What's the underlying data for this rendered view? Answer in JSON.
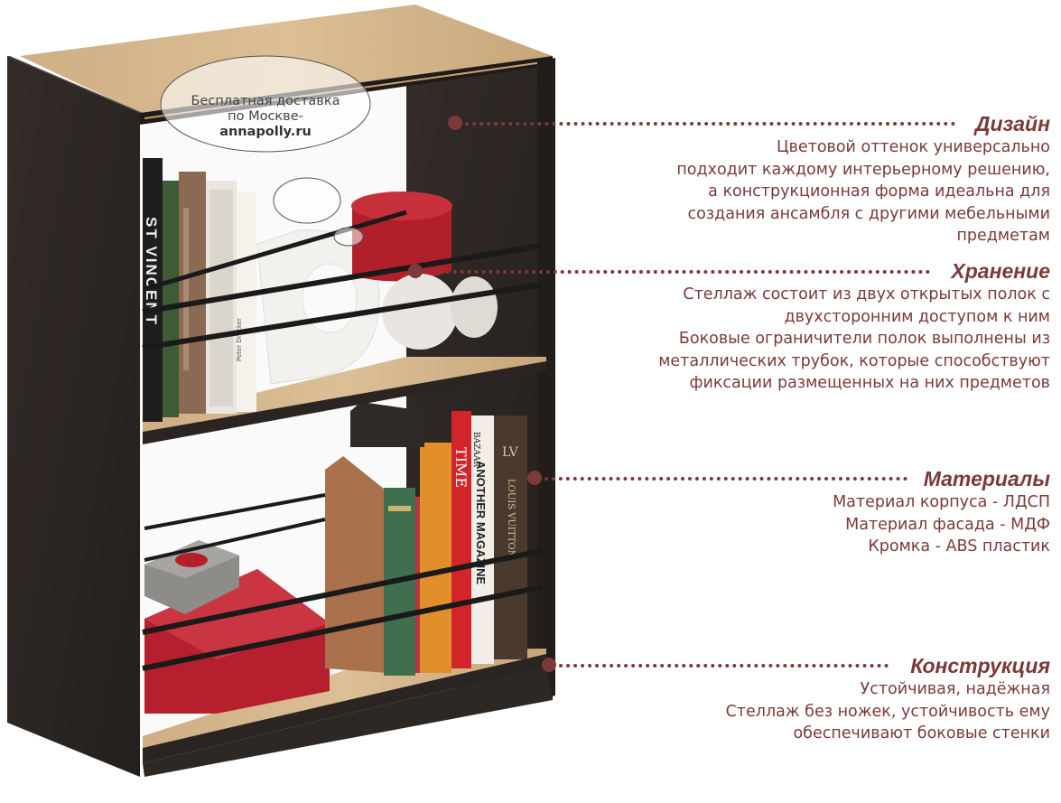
{
  "watermark": {
    "line1": "Бесплатная доставка",
    "line2": "по Москве-",
    "site": "annapolly.ru"
  },
  "book_spines": {
    "stvincent": "ST VINCENT",
    "time": "TIME",
    "another_magazine": "ANOTHER MAGAZINE",
    "louis_vuitton": "LOUIS VUITTON",
    "lv_monogram": "LV",
    "bazaar": "BAZAAR",
    "peter_drucker": "Peter Drucker"
  },
  "callouts": {
    "design": {
      "title": "Дизайн",
      "lines": [
        "Цветовой оттенок универсально",
        "подходит каждому интерьерному решению,",
        "а конструкционная форма идеальна для",
        "создания ансамбля с другими мебельными",
        "предметам"
      ]
    },
    "storage": {
      "title": "Хранение",
      "lines": [
        "Стеллаж состоит из двух открытых полок с",
        "двухсторонним доступом к ним",
        "Боковые ограничители полок выполнены из",
        "металлических трубок, которые способствуют",
        "фиксации размещенных на них предметов"
      ]
    },
    "materials": {
      "title": "Материалы",
      "lines": [
        "Материал корпуса - ЛДСП",
        "Материал фасада - МДФ",
        "Кромка - ABS пластик"
      ]
    },
    "construction": {
      "title": "Конструкция",
      "lines": [
        "Устойчивая, надёжная",
        "Стеллаж без ножек, устойчивость ему",
        "обеспечивают боковые стенки"
      ]
    }
  },
  "colors": {
    "accent": "#7b3a3a",
    "body_dark": "#2b2624",
    "oak": "#d4b48a"
  }
}
